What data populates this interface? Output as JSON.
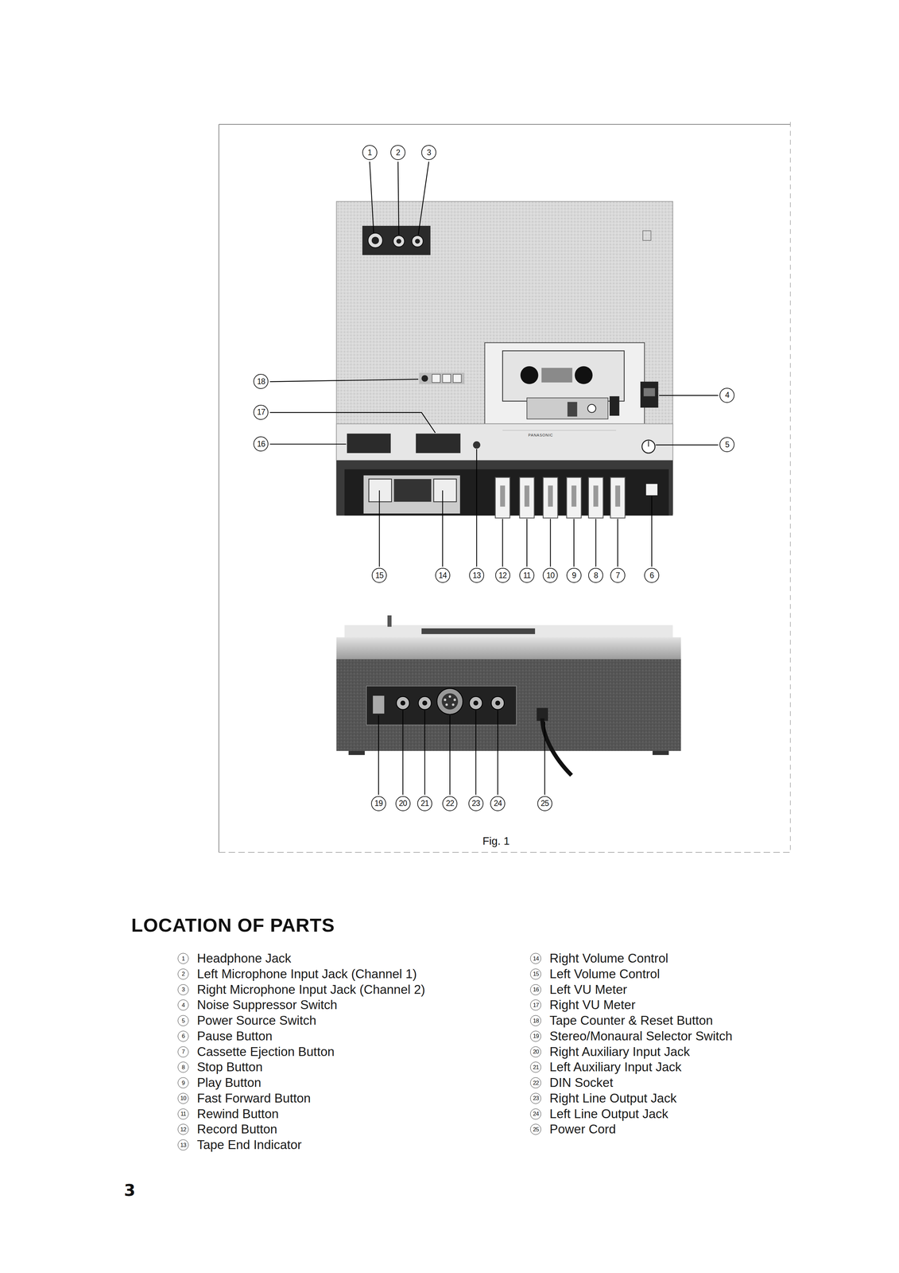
{
  "diagram": {
    "title": "LOCATION OF PARTS",
    "caption": "Fig. 1",
    "labels": [
      "1",
      "2",
      "3",
      "18",
      "17",
      "16",
      "4",
      "5",
      "15",
      "14",
      "13",
      "12",
      "11",
      "10",
      "9",
      "8",
      "7",
      "6",
      "19",
      "20",
      "21",
      "22",
      "23",
      "24",
      "25",
      "PANASONIC",
      "1",
      "Headphone Jack",
      "2",
      "Left Microphone Input Jack (Channel 1)",
      "3",
      "Right Microphone Input Jack (Channel 2)",
      "4",
      "Noise Suppressor Switch",
      "5",
      "Power Source Switch",
      "6",
      "Pause Button",
      "7",
      "Cassette Ejection Button",
      "8",
      "Stop Button",
      "9",
      "Play Button",
      "10",
      "Fast Forward Button",
      "11",
      "Rewind Button",
      "12",
      "Record Button",
      "13",
      "Tape End Indicator",
      "14",
      "Right Volume Control",
      "15",
      "Left Volume Control",
      "16",
      "Left VU Meter",
      "17",
      "Right VU Meter",
      "18",
      "Tape Counter & Reset Button",
      "19",
      "Stereo/Monaural Selector Switch",
      "20",
      "Right Auxiliary Input Jack",
      "21",
      "Left Auxiliary Input Jack",
      "22",
      "DIN Socket",
      "23",
      "Right Line Output Jack",
      "24",
      "Left Line Output Jack",
      "25",
      "Power Cord",
      "3"
    ]
  }
}
